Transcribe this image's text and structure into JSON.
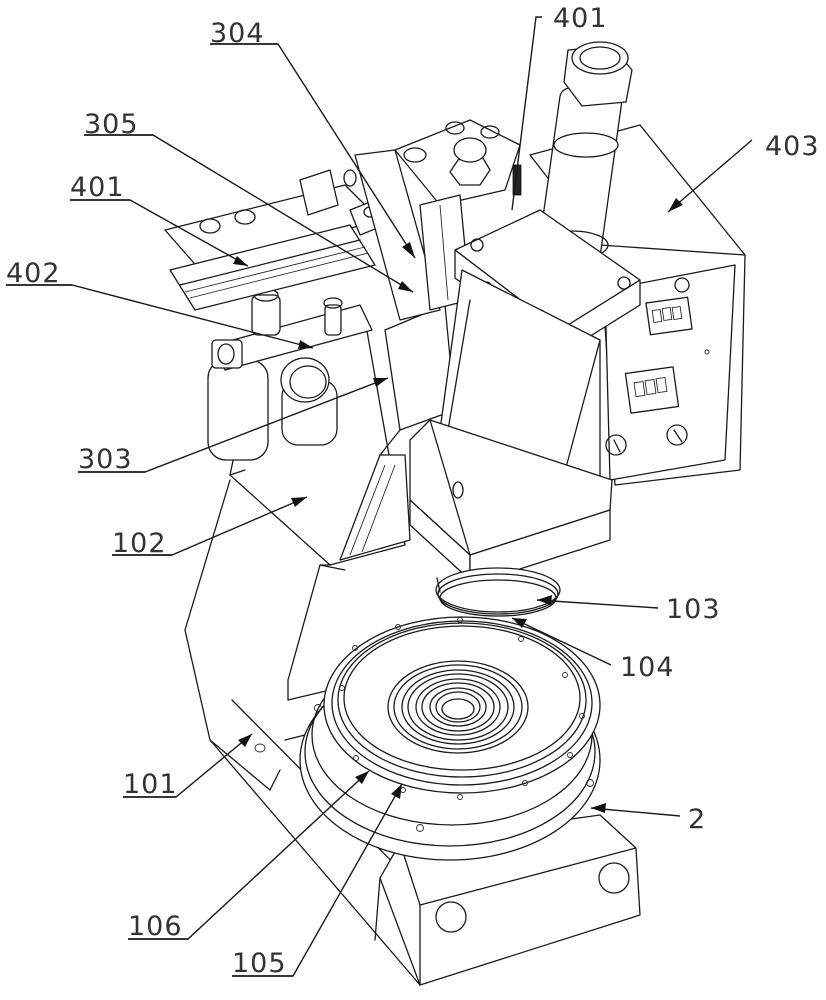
{
  "figure": {
    "type": "patent-mechanical-drawing",
    "line_color": "#1a1a1a",
    "label_color": "#333333",
    "background": "#ffffff"
  },
  "labels": {
    "l304": "304",
    "l401_top": "401",
    "l305": "305",
    "l401_left": "401",
    "l403": "403",
    "l402": "402",
    "l303": "303",
    "l102": "102",
    "l103": "103",
    "l104": "104",
    "l101": "101",
    "l2": "2",
    "l106": "106",
    "l105": "105"
  }
}
